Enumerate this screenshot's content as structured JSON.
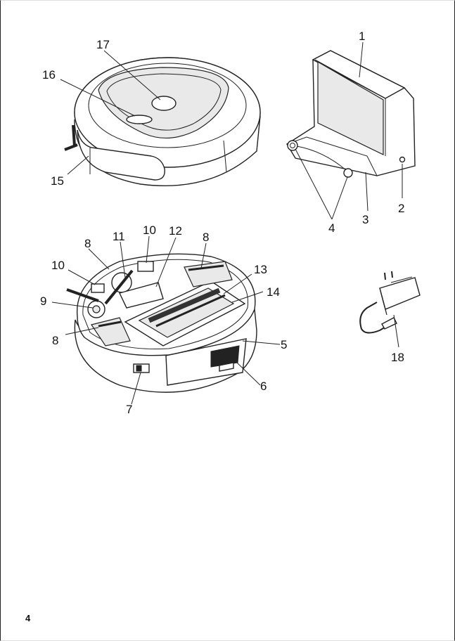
{
  "page_number": "4",
  "callouts": [
    {
      "id": "c1",
      "text": "1"
    },
    {
      "id": "c2",
      "text": "2"
    },
    {
      "id": "c3",
      "text": "3"
    },
    {
      "id": "c4",
      "text": "4"
    },
    {
      "id": "c5",
      "text": "5"
    },
    {
      "id": "c6",
      "text": "6"
    },
    {
      "id": "c7",
      "text": "7"
    },
    {
      "id": "c8a",
      "text": "8"
    },
    {
      "id": "c8b",
      "text": "8"
    },
    {
      "id": "c8c",
      "text": "8"
    },
    {
      "id": "c9",
      "text": "9"
    },
    {
      "id": "c10a",
      "text": "10"
    },
    {
      "id": "c10b",
      "text": "10"
    },
    {
      "id": "c11",
      "text": "11"
    },
    {
      "id": "c12",
      "text": "12"
    },
    {
      "id": "c13",
      "text": "13"
    },
    {
      "id": "c14",
      "text": "14"
    },
    {
      "id": "c15",
      "text": "15"
    },
    {
      "id": "c16",
      "text": "16"
    },
    {
      "id": "c17",
      "text": "17"
    },
    {
      "id": "c18",
      "text": "18"
    }
  ]
}
